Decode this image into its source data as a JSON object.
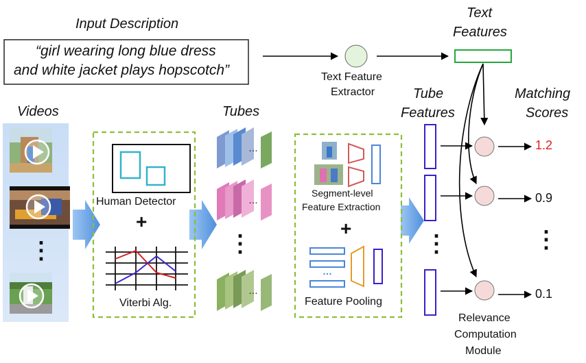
{
  "input": {
    "title": "Input Description",
    "query_line1": "“girl wearing long blue dress",
    "query_line2": "and white jacket plays hopscotch”"
  },
  "text_extractor": {
    "line1": "Text Feature",
    "line2": "Extractor"
  },
  "text_features": {
    "line1": "Text",
    "line2": "Features"
  },
  "videos": {
    "title": "Videos",
    "ellipsis": "⋮"
  },
  "tubes": {
    "title": "Tubes",
    "ellipsis_dots": "…",
    "vertical_ellipsis": "⋮"
  },
  "detector_box": {
    "detector_label": "Human Detector",
    "plus": "+",
    "viterbi_label": "Viterbi Alg."
  },
  "pooling_box": {
    "segment_line1": "Segment-level",
    "segment_line2": "Feature Extraction",
    "plus": "+",
    "ellipsis": "…",
    "pooling_label": "Feature Pooling"
  },
  "tube_features": {
    "line1": "Tube",
    "line2": "Features",
    "ellipsis": "⋮"
  },
  "matching": {
    "title_line1": "Matching",
    "title_line2": "Scores",
    "scores": [
      "1.2",
      "0.9",
      "0.1"
    ],
    "ellipsis": "⋮",
    "highlight_color": "#e02020"
  },
  "relevance": {
    "line1": "Relevance",
    "line2": "Computation",
    "line3": "Module"
  },
  "colors": {
    "green_dashed": "#8bbf3a",
    "cyan_box": "#35b2cc",
    "purple_bar": "#3a1fc8",
    "blue_bar": "#4a86d8",
    "red_trapezoid": "#d25a5a",
    "orange_trapezoid": "#e79a2a",
    "pink_circle": "#f6dada",
    "green_circle": "#e4f4dc",
    "text_feature_green": "#22a83a",
    "arrow_blue": "#6fa8e8"
  }
}
